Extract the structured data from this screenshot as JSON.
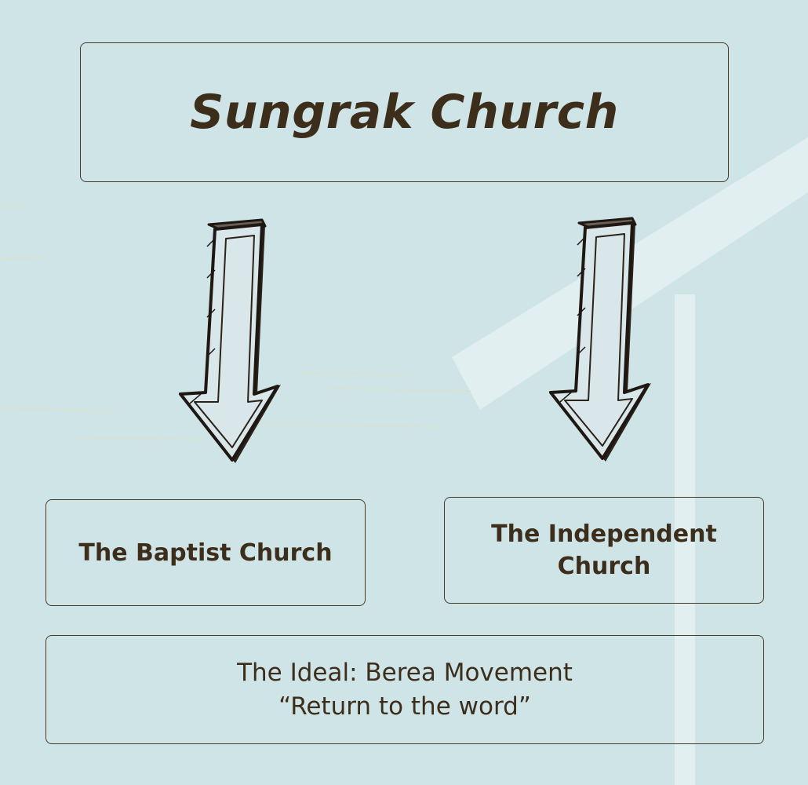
{
  "title": "Sungrak Church",
  "branches": {
    "left": {
      "label": "The Baptist Church"
    },
    "right": {
      "line1": "The Independent",
      "line2": "Church"
    }
  },
  "ideal": {
    "line1": "The Ideal: Berea Movement",
    "line2": "“Return to the word”"
  },
  "colors": {
    "background": "#cfe4e7",
    "text": "#3d2e1c",
    "border": "#4a3b28"
  }
}
